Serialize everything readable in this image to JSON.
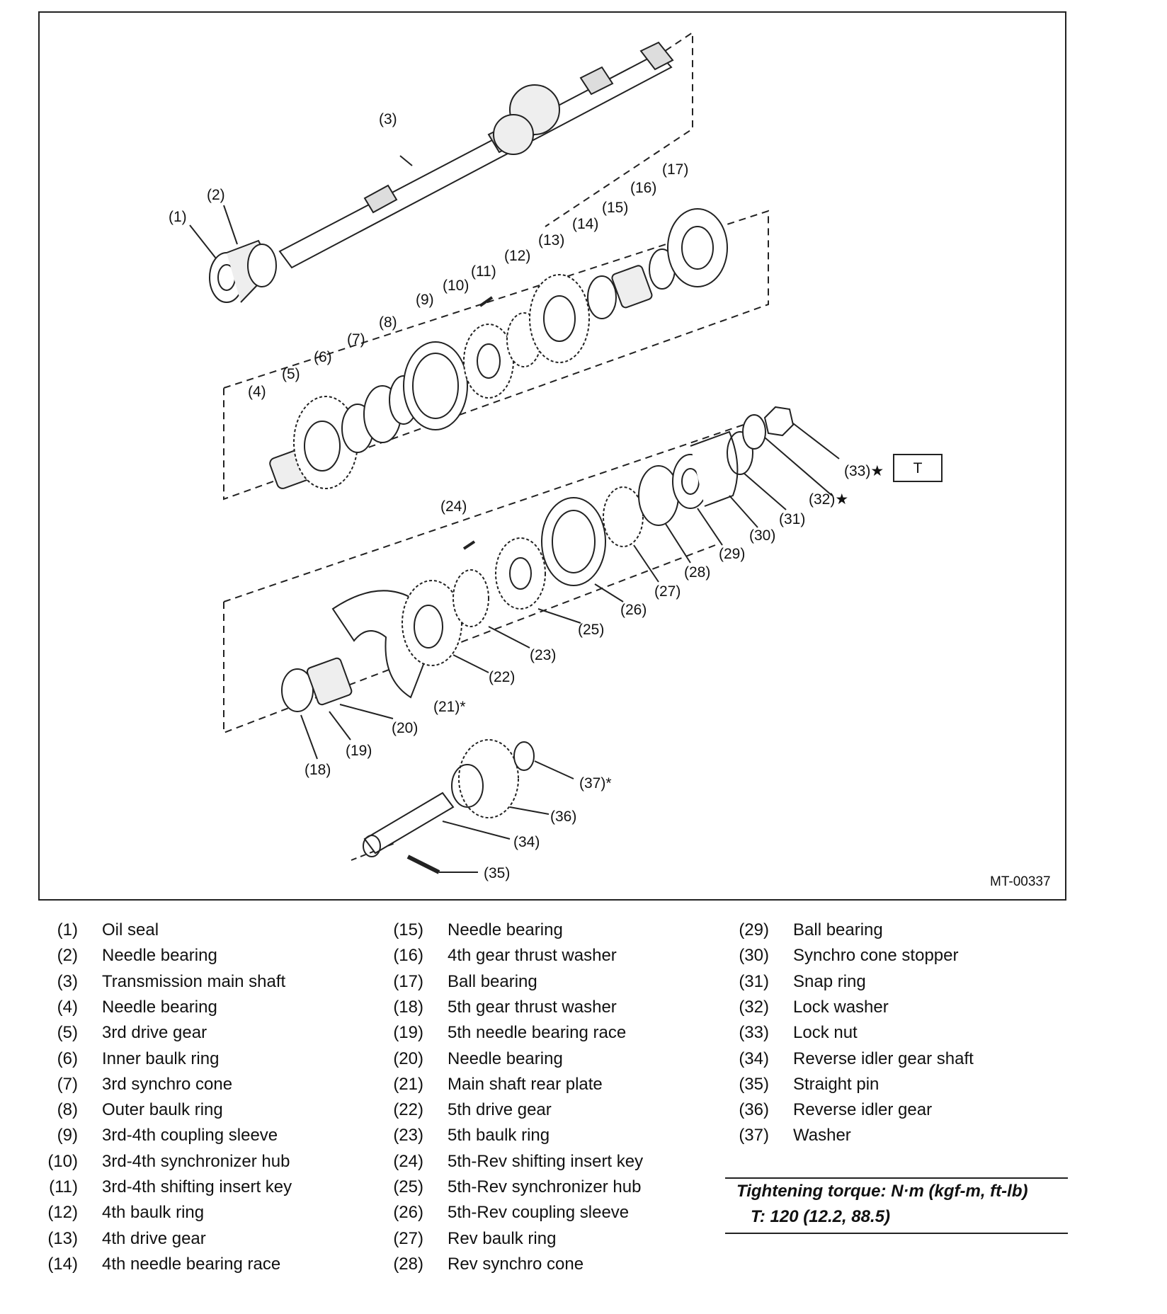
{
  "figure": {
    "id_code": "MT-00337",
    "torque_box_letter": "T"
  },
  "callouts": [
    {
      "n": "(1)"
    },
    {
      "n": "(2)"
    },
    {
      "n": "(3)"
    },
    {
      "n": "(4)"
    },
    {
      "n": "(5)"
    },
    {
      "n": "(6)"
    },
    {
      "n": "(7)"
    },
    {
      "n": "(8)"
    },
    {
      "n": "(9)"
    },
    {
      "n": "(10)"
    },
    {
      "n": "(11)"
    },
    {
      "n": "(12)"
    },
    {
      "n": "(13)"
    },
    {
      "n": "(14)"
    },
    {
      "n": "(15)"
    },
    {
      "n": "(16)"
    },
    {
      "n": "(17)"
    },
    {
      "n": "(18)"
    },
    {
      "n": "(19)"
    },
    {
      "n": "(20)"
    },
    {
      "n": "(21)*"
    },
    {
      "n": "(22)"
    },
    {
      "n": "(23)"
    },
    {
      "n": "(24)"
    },
    {
      "n": "(25)"
    },
    {
      "n": "(26)"
    },
    {
      "n": "(27)"
    },
    {
      "n": "(28)"
    },
    {
      "n": "(29)"
    },
    {
      "n": "(30)"
    },
    {
      "n": "(31)"
    },
    {
      "n": "(32)★"
    },
    {
      "n": "(33)★"
    },
    {
      "n": "(34)"
    },
    {
      "n": "(35)"
    },
    {
      "n": "(36)"
    },
    {
      "n": "(37)*"
    }
  ],
  "legend": {
    "col1": [
      {
        "num": "(1)",
        "label": "Oil seal"
      },
      {
        "num": "(2)",
        "label": "Needle bearing"
      },
      {
        "num": "(3)",
        "label": "Transmission main shaft"
      },
      {
        "num": "(4)",
        "label": "Needle bearing"
      },
      {
        "num": "(5)",
        "label": "3rd drive gear"
      },
      {
        "num": "(6)",
        "label": "Inner baulk ring"
      },
      {
        "num": "(7)",
        "label": "3rd synchro cone"
      },
      {
        "num": "(8)",
        "label": "Outer baulk ring"
      },
      {
        "num": "(9)",
        "label": "3rd-4th coupling sleeve"
      },
      {
        "num": "(10)",
        "label": "3rd-4th synchronizer hub"
      },
      {
        "num": "(11)",
        "label": "3rd-4th shifting insert key"
      },
      {
        "num": "(12)",
        "label": "4th baulk ring"
      },
      {
        "num": "(13)",
        "label": "4th drive gear"
      },
      {
        "num": "(14)",
        "label": "4th needle bearing race"
      }
    ],
    "col2": [
      {
        "num": "(15)",
        "label": "Needle bearing"
      },
      {
        "num": "(16)",
        "label": "4th gear thrust washer"
      },
      {
        "num": "(17)",
        "label": "Ball bearing"
      },
      {
        "num": "(18)",
        "label": "5th gear thrust washer"
      },
      {
        "num": "(19)",
        "label": "5th needle bearing race"
      },
      {
        "num": "(20)",
        "label": "Needle bearing"
      },
      {
        "num": "(21)",
        "label": "Main shaft rear plate"
      },
      {
        "num": "(22)",
        "label": "5th drive gear"
      },
      {
        "num": "(23)",
        "label": "5th baulk ring"
      },
      {
        "num": "(24)",
        "label": "5th-Rev shifting insert key"
      },
      {
        "num": "(25)",
        "label": "5th-Rev synchronizer hub"
      },
      {
        "num": "(26)",
        "label": "5th-Rev coupling sleeve"
      },
      {
        "num": "(27)",
        "label": "Rev baulk ring"
      },
      {
        "num": "(28)",
        "label": "Rev synchro cone"
      }
    ],
    "col3": [
      {
        "num": "(29)",
        "label": "Ball bearing"
      },
      {
        "num": "(30)",
        "label": "Synchro cone stopper"
      },
      {
        "num": "(31)",
        "label": "Snap ring"
      },
      {
        "num": "(32)",
        "label": "Lock washer"
      },
      {
        "num": "(33)",
        "label": "Lock nut"
      },
      {
        "num": "(34)",
        "label": "Reverse idler gear shaft"
      },
      {
        "num": "(35)",
        "label": "Straight pin"
      },
      {
        "num": "(36)",
        "label": "Reverse idler gear"
      },
      {
        "num": "(37)",
        "label": "Washer"
      }
    ]
  },
  "torque": {
    "title": "Tightening torque: N·m (kgf-m, ft-lb)",
    "value": "T:   120 (12.2, 88.5)"
  }
}
